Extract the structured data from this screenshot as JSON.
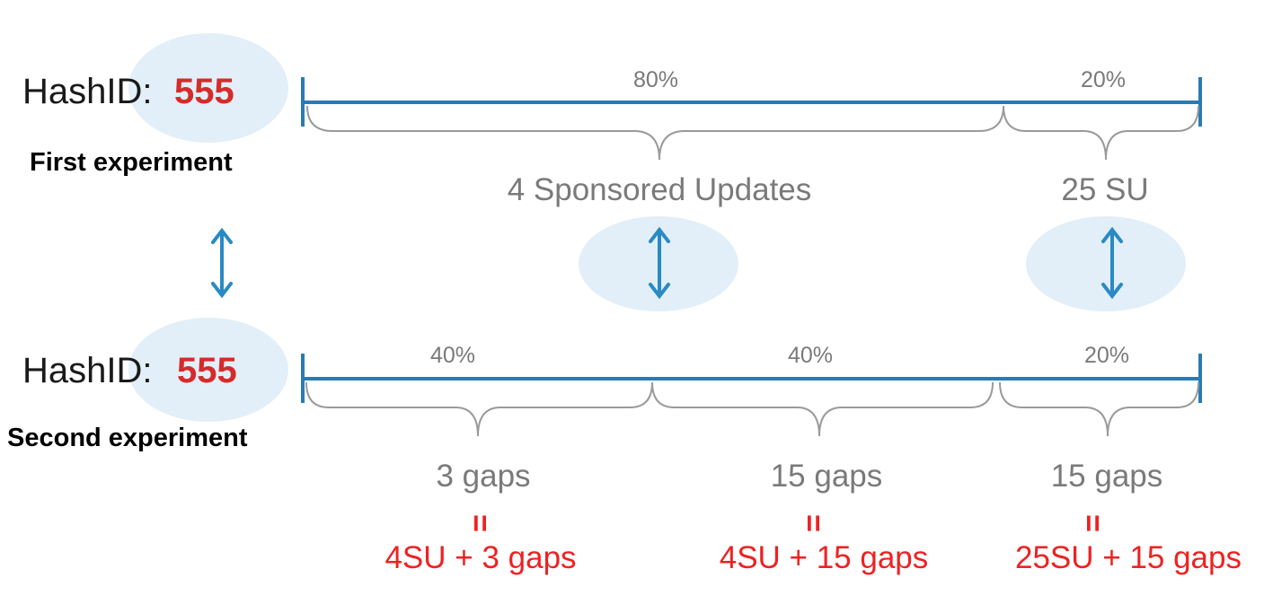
{
  "colors": {
    "timeline": "#2a7bb4",
    "arrow": "#2a8ac4",
    "ellipse": "#e2eff8",
    "brace": "#9a9a9a",
    "gray_text": "#7a7a7a",
    "red_text": "#ee2222",
    "hash_value": "#d62b2b"
  },
  "first": {
    "hash_label": "HashID:",
    "hash_value": "555",
    "title": "First experiment",
    "segments": [
      {
        "percent": "80%",
        "label": "4 Sponsored Updates",
        "fraction": 0.8
      },
      {
        "percent": "20%",
        "label": "25 SU",
        "fraction": 0.2
      }
    ]
  },
  "second": {
    "hash_label": "HashID:",
    "hash_value": "555",
    "title": "Second experiment",
    "segments": [
      {
        "percent": "40%",
        "label": "3 gaps",
        "equals": "=",
        "result": "4SU + 3 gaps",
        "fraction": 0.4
      },
      {
        "percent": "40%",
        "label": "15 gaps",
        "equals": "=",
        "result": "4SU + 15 gaps",
        "fraction": 0.4
      },
      {
        "percent": "20%",
        "label": "15 gaps",
        "equals": "=",
        "result": "25SU + 15 gaps",
        "fraction": 0.2
      }
    ]
  },
  "icons": {
    "link_arrow": "double-arrow-vertical-icon"
  }
}
